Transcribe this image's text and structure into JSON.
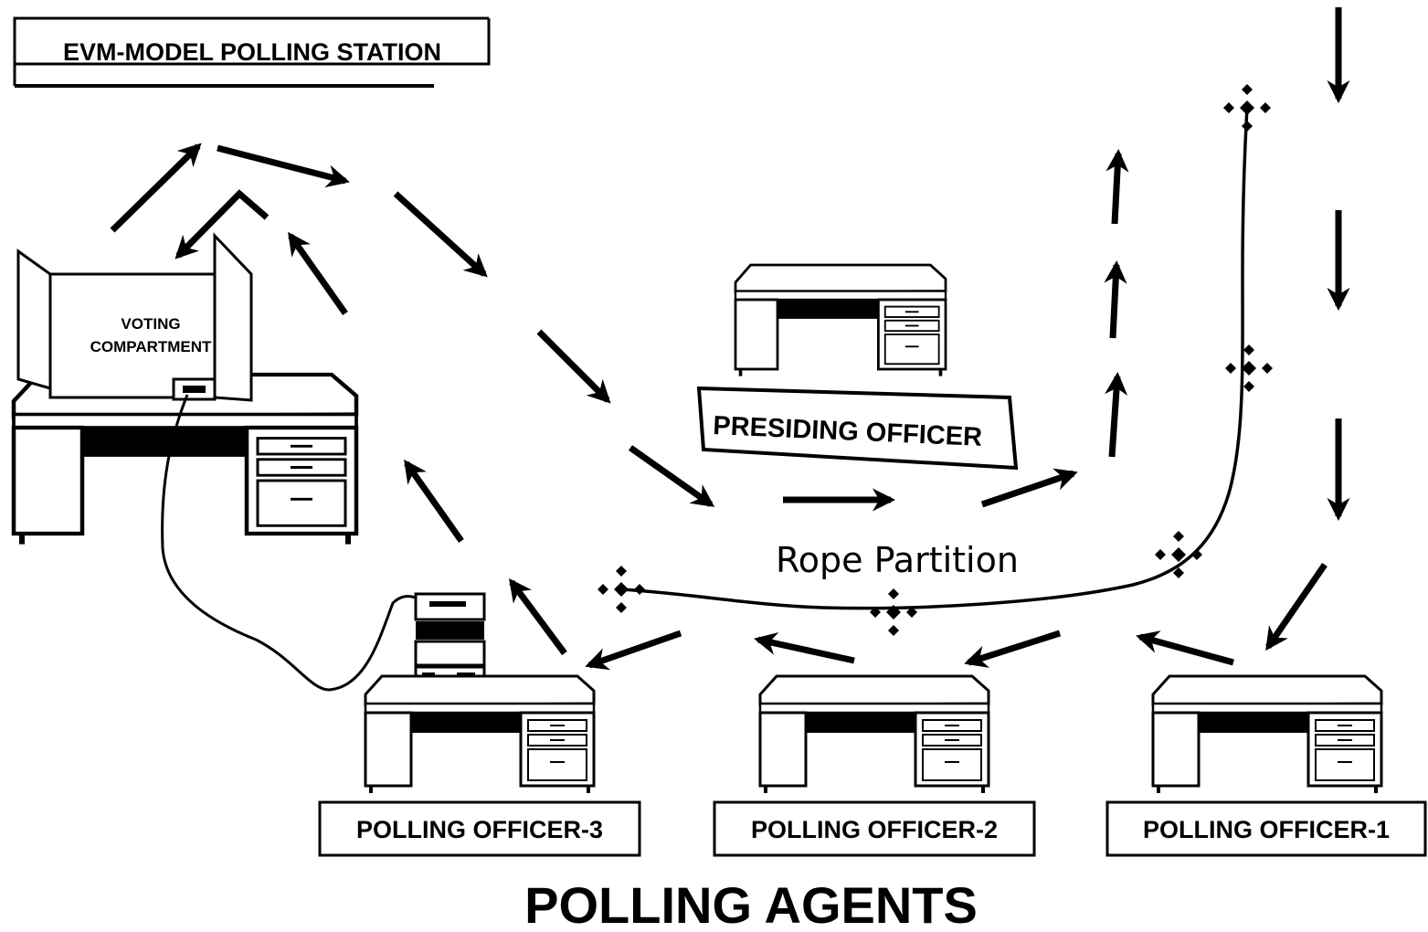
{
  "title": "EVM-MODEL POLLING STATION",
  "voting_compartment": {
    "line1": "VOTING",
    "line2": "COMPARTMENT"
  },
  "presiding_officer": "PRESIDING OFFICER",
  "rope_partition": "Rope Partition",
  "polling_officers": [
    "POLLING OFFICER-3",
    "POLLING OFFICER-2",
    "POLLING OFFICER-1"
  ],
  "polling_agents": "POLLING AGENTS",
  "colors": {
    "ink": "#000000",
    "background": "#ffffff"
  }
}
